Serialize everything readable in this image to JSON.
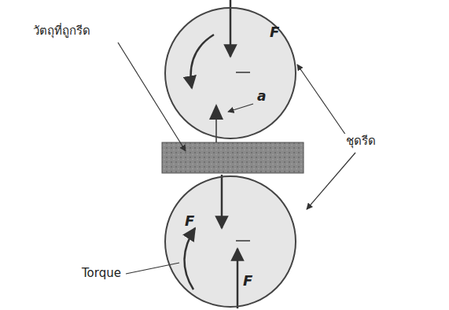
{
  "diagram": {
    "nodes": [
      {
        "text": [
          "F",
          "a"
        ]
      },
      {
        "text": [
          "F",
          "F"
        ]
      }
    ],
    "labels": [
      "วัตถุที่ถูกรีด",
      "ชุดรีด",
      "Torque"
    ]
  }
}
